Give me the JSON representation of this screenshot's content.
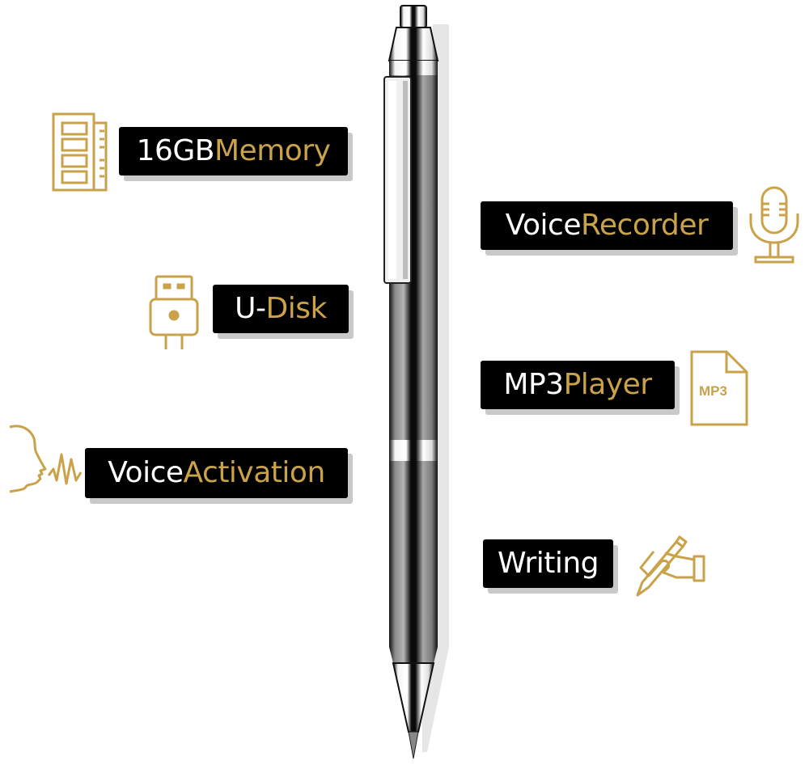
{
  "product": "Pen voice recorder",
  "colors": {
    "accent_gold": "#c9a24a",
    "label_bg": "#000000",
    "label_text": "#ffffff",
    "shadow": "#c9c9c9"
  },
  "features": [
    {
      "id": "memory",
      "text_white": "16GB ",
      "text_gold": "Memory",
      "icon": "memory-card-icon",
      "side": "left"
    },
    {
      "id": "udisk",
      "text_white": "U-",
      "text_gold": "Disk",
      "icon": "usb-icon",
      "side": "left"
    },
    {
      "id": "voice_activation",
      "text_white": "Voice ",
      "text_gold": "Activation",
      "icon": "speaking-head-icon",
      "side": "left"
    },
    {
      "id": "voice_recorder",
      "text_white": "Voice ",
      "text_gold": "Recorder",
      "icon": "microphone-icon",
      "side": "right"
    },
    {
      "id": "mp3_player",
      "text_white": "MP3 ",
      "text_gold": "Player",
      "icon": "mp3-file-icon",
      "side": "right",
      "icon_text": "MP3"
    },
    {
      "id": "writing",
      "text_white": "Writing",
      "text_gold": "",
      "icon": "hand-writing-icon",
      "side": "right"
    }
  ]
}
